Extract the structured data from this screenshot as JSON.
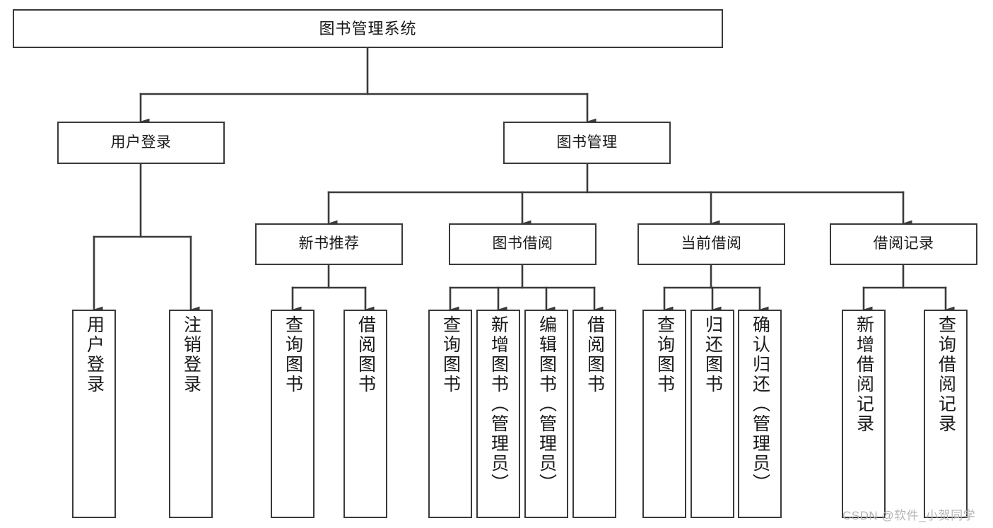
{
  "diagram": {
    "title": "图书管理系统",
    "watermark": "CSDN @软件_小贺同学",
    "stroke_color": "#3a3a3a",
    "text_color": "#1a1a1a",
    "background_color": "#ffffff",
    "root": {
      "label": "图书管理系统"
    },
    "level2": [
      {
        "label": "用户登录"
      },
      {
        "label": "图书管理"
      }
    ],
    "level3": [
      {
        "label": "新书推荐"
      },
      {
        "label": "图书借阅"
      },
      {
        "label": "当前借阅"
      },
      {
        "label": "借阅记录"
      }
    ],
    "leaves": {
      "user_login": [
        {
          "label": "用户登录"
        },
        {
          "label": "注销登录"
        }
      ],
      "new_book_recommend": [
        {
          "label": "查询图书"
        },
        {
          "label": "借阅图书"
        }
      ],
      "book_borrow": [
        {
          "label": "查询图书"
        },
        {
          "label": "新增图书（管理员）"
        },
        {
          "label": "编辑图书（管理员）"
        },
        {
          "label": "借阅图书"
        }
      ],
      "current_borrow": [
        {
          "label": "查询图书"
        },
        {
          "label": "归还图书"
        },
        {
          "label": "确认归还（管理员）"
        }
      ],
      "borrow_record": [
        {
          "label": "新增借阅记录"
        },
        {
          "label": "查询借阅记录"
        }
      ]
    }
  }
}
